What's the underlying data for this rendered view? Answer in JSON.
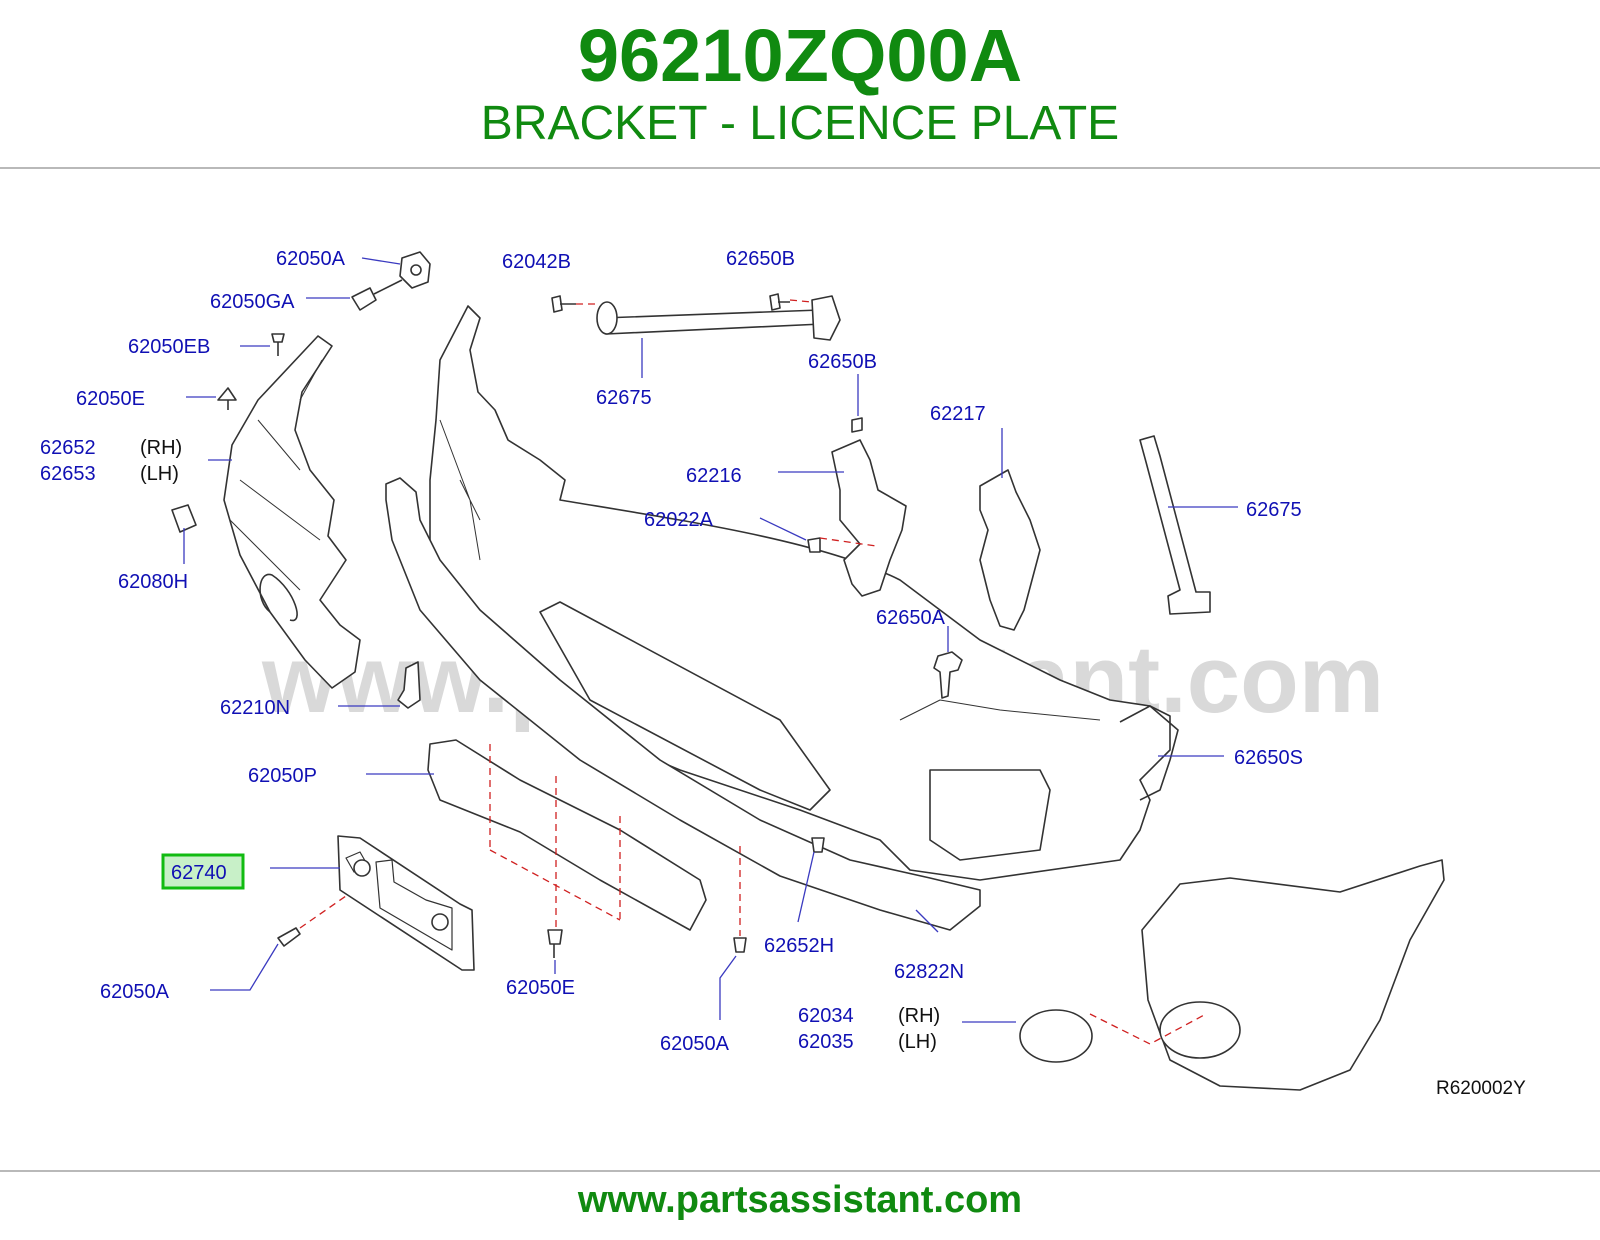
{
  "header": {
    "part_number": "96210ZQ00A",
    "part_name": "BRACKET - LICENCE PLATE"
  },
  "colors": {
    "title_green": "#108a10",
    "label_blue": "#1010b4",
    "line_dark": "#333333",
    "leader_red": "#d02020",
    "highlight_green": "#11bb11",
    "highlight_fill": "#c8f0c8",
    "watermark": "#d9d9d9"
  },
  "diagram": {
    "watermark": "www.partsassistant.com",
    "reference_code": "R620002Y",
    "highlighted_part": "62740",
    "labels": {
      "p62050A_top": "62050A",
      "p62050GA": "62050GA",
      "p62050EB": "62050EB",
      "p62050E_left": "62050E",
      "p62652": "62652",
      "p62653": "62653",
      "rh_1": "(RH)",
      "lh_1": "(LH)",
      "p62080H": "62080H",
      "p62042B": "62042B",
      "p62650B_top": "62650B",
      "p62675_top": "62675",
      "p62650B_mid": "62650B",
      "p62217": "62217",
      "p62216": "62216",
      "p62022A": "62022A",
      "p62675_right": "62675",
      "p62650A_mid": "62650A",
      "p62210N": "62210N",
      "p62050P": "62050P",
      "p62650S": "62650S",
      "p62740": "62740",
      "p62050A_bl": "62050A",
      "p62050E_bottom": "62050E",
      "p62652H": "62652H",
      "p62822N": "62822N",
      "p62050A_bottom": "62050A",
      "p62034": "62034",
      "p62035": "62035",
      "rh_2": "(RH)",
      "lh_2": "(LH)"
    }
  },
  "footer": {
    "url": "www.partsassistant.com"
  }
}
